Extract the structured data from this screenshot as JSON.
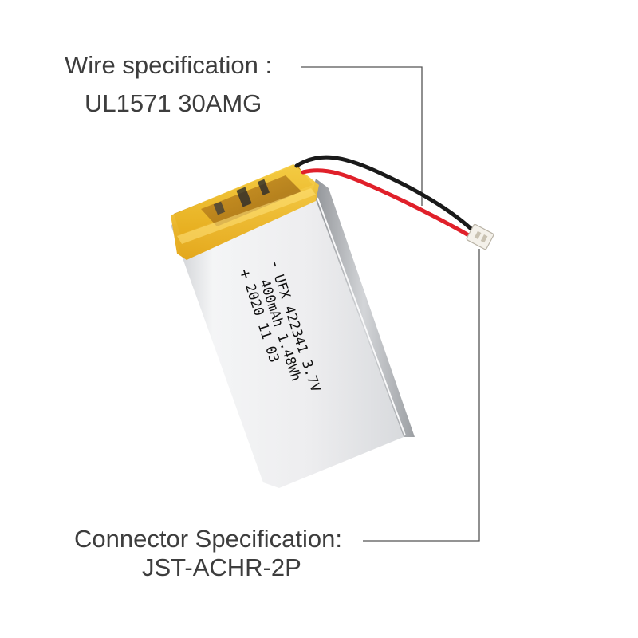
{
  "callouts": {
    "wire": {
      "title": "Wire specification :",
      "value": "UL1571 30AMG"
    },
    "connector": {
      "title": "Connector Specification:",
      "value": "JST-ACHR-2P"
    }
  },
  "battery_label": {
    "line1": "UFX 422341 3.7V",
    "line2": "400mAh 1.48Wh",
    "line3": "2020 11 03",
    "negative_symbol": "-",
    "positive_symbol": "+"
  },
  "colors": {
    "callout_text": "#3d3d3d",
    "leader_line": "#555555",
    "cell_body": "#e9eaec",
    "kapton_tape": "#f2b91b",
    "wire_red": "#e0202a",
    "wire_black": "#1a1a1a",
    "connector": "#f4f1ea"
  }
}
